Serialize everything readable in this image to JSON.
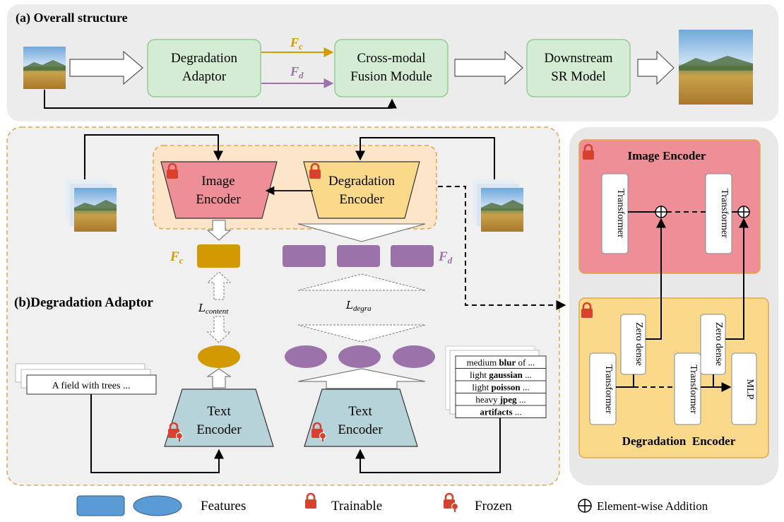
{
  "panel_a": {
    "title": "(a) Overall structure",
    "degradation_adaptor": [
      "Degradation",
      "Adaptor"
    ],
    "cross_modal": [
      "Cross-modal",
      "Fusion Module"
    ],
    "downstream": [
      "Downstream",
      "SR Model"
    ],
    "fc_label": "F",
    "fc_sub": "c",
    "fd_label": "F",
    "fd_sub": "d"
  },
  "panel_b": {
    "title": "(b)Degradation Adaptor",
    "image_encoder": [
      "Image",
      "Encoder"
    ],
    "degradation_encoder": [
      "Degradation",
      "Encoder"
    ],
    "text_encoder": [
      "Text",
      "Encoder"
    ],
    "loss_content_main": "L",
    "loss_content_sub": "content",
    "loss_degra_main": "L",
    "loss_degra_sub": "degra",
    "caption_text": "A field with trees ...",
    "degradation_prompts": [
      {
        "pre": "medium ",
        "bold": "blur",
        "post": " of ..."
      },
      {
        "pre": "light ",
        "bold": "gaussian",
        "post": " ..."
      },
      {
        "pre": "light ",
        "bold": "poisson",
        "post": " ..."
      },
      {
        "pre": "heavy ",
        "bold": "jpeg",
        "post": " ..."
      },
      {
        "pre": "",
        "bold": "artifacts",
        "post": " ..."
      }
    ]
  },
  "panel_c": {
    "image_encoder_title": "Image Encoder",
    "degradation_encoder_title": "Degradation  Encoder",
    "transformer": "Transformer",
    "zero_dense": "Zero dense",
    "mlp": "MLP"
  },
  "legend": {
    "features": "Features",
    "trainable": "Trainable",
    "frozen": "Frozen",
    "addition": "Element-wise Addition"
  },
  "colors": {
    "fc": "#d29a00",
    "fd": "#9b72aa",
    "green_box": "#d5ecd4",
    "green_border": "#97c995",
    "red_box": "#ee8f98",
    "yellow_box": "#fbd98b",
    "text_encoder": "#b5d3d8",
    "lock": "#d9412e"
  }
}
